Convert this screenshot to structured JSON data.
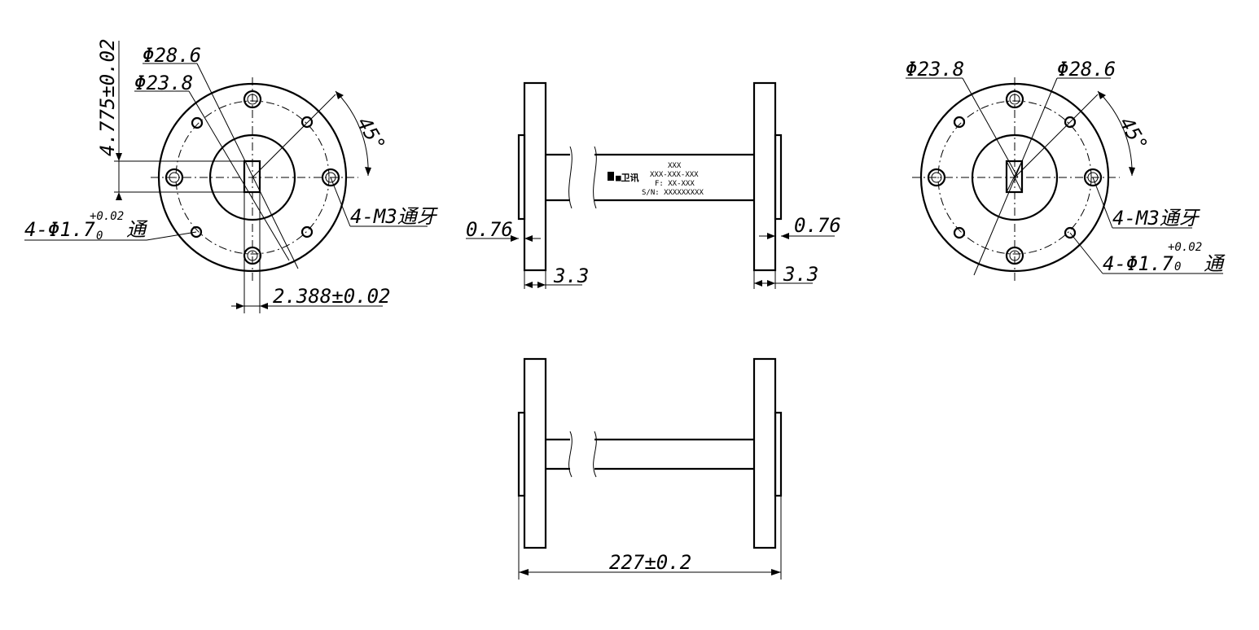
{
  "colors": {
    "line": "#000000",
    "background": "#ffffff"
  },
  "left_view": {
    "dia_outer": "Φ28.6",
    "dia_pcd": "Φ23.8",
    "height_dim": "4.775±0.02",
    "angle": "45°",
    "thread_note": "4-M3通牙",
    "hole_note_prefix": "4-Φ1.7",
    "hole_tol_upper": "+0.02",
    "hole_tol_lower": "0",
    "hole_note_suffix": "通",
    "width_dim": "2.388±0.02"
  },
  "right_view": {
    "dia_pcd": "Φ23.8",
    "dia_outer": "Φ28.6",
    "angle": "45°",
    "thread_note": "4-M3通牙",
    "hole_note_prefix": "4-Φ1.7",
    "hole_tol_upper": "+0.02",
    "hole_tol_lower": "0",
    "hole_note_suffix": "通"
  },
  "side_view_top": {
    "left_gap": "0.76",
    "left_flange": "3.3",
    "right_gap": "0.76",
    "right_flange": "3.3",
    "label_line1": "XXX",
    "label_line2": "XXX-XXX-XXX",
    "label_line3": "F: XX-XXX",
    "label_line4": "S/N: XXXXXXXXX",
    "logo_text": "■卫讯"
  },
  "side_view_bottom": {
    "total_length": "227±0.2"
  }
}
